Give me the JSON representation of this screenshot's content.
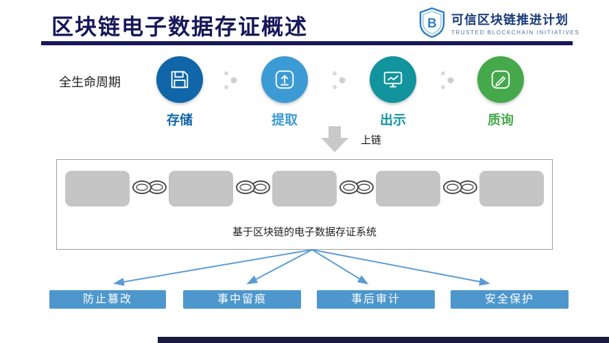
{
  "header": {
    "title": "区块链电子数据存证概述",
    "logo": {
      "title": "可信区块链推进计划",
      "subtitle": "TRUSTED BLOCKCHAIN INITIATIVES"
    }
  },
  "colors": {
    "navy_rule": "#17175a",
    "feature_blue": "#4e97cc",
    "fan_arrow_blue": "#5b9bd5",
    "block_gray": "#c5c5c5",
    "down_arrow_gray": "#c9c9c9"
  },
  "lifecycle": {
    "label": "全生命周期",
    "steps": [
      {
        "label": "存储",
        "icon": "floppy-disk-icon",
        "color": "#1066a8"
      },
      {
        "label": "提取",
        "icon": "upload-icon",
        "color": "#3c9bd5"
      },
      {
        "label": "出示",
        "icon": "monitor-chart-icon",
        "color": "#12949e"
      },
      {
        "label": "质询",
        "icon": "pencil-edit-icon",
        "color": "#45a94c"
      }
    ]
  },
  "flow": {
    "onchain_label": "上链"
  },
  "system": {
    "caption": "基于区块链的电子数据存证系统"
  },
  "features": [
    "防止篡改",
    "事中留痕",
    "事后审计",
    "安全保护"
  ]
}
